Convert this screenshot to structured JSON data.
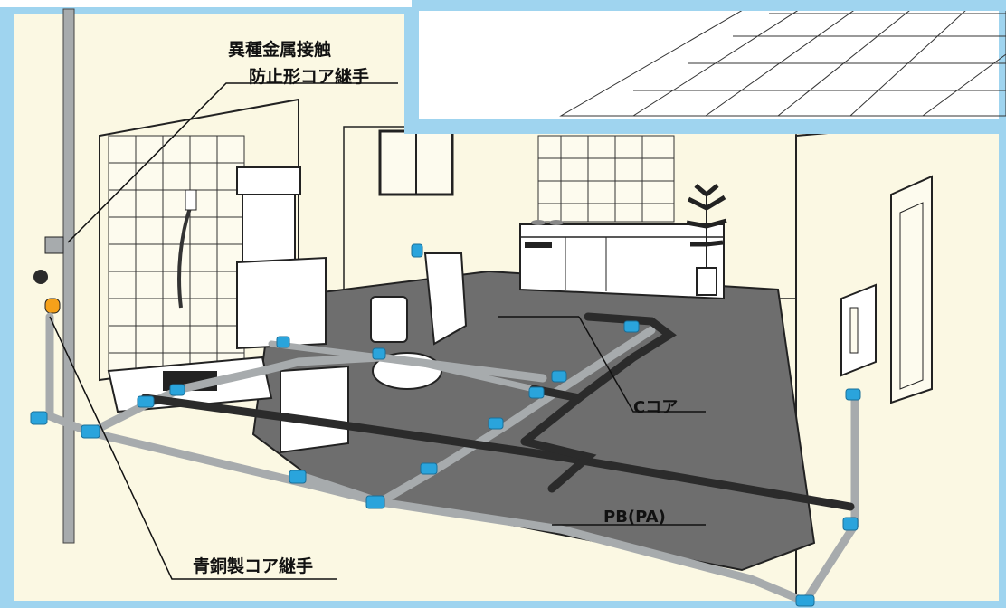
{
  "labels": {
    "dissimilar_metal_line1": "異種金属接触",
    "dissimilar_metal_line2": "防止形コア継手",
    "c_core": "Cコア",
    "pb_pa": "PB(PA)",
    "bronze_core_joint": "青銅製コア継手"
  },
  "colors": {
    "frame": "#9fd4ef",
    "background": "#fbf8e3",
    "floor": "#6e6e6e",
    "pipe": "#a7abad",
    "pipe_dark": "#2b2b2b",
    "joint": "#2aa4dc",
    "fixture": "#ffffff",
    "fitting_orange": "#f5a11a"
  }
}
